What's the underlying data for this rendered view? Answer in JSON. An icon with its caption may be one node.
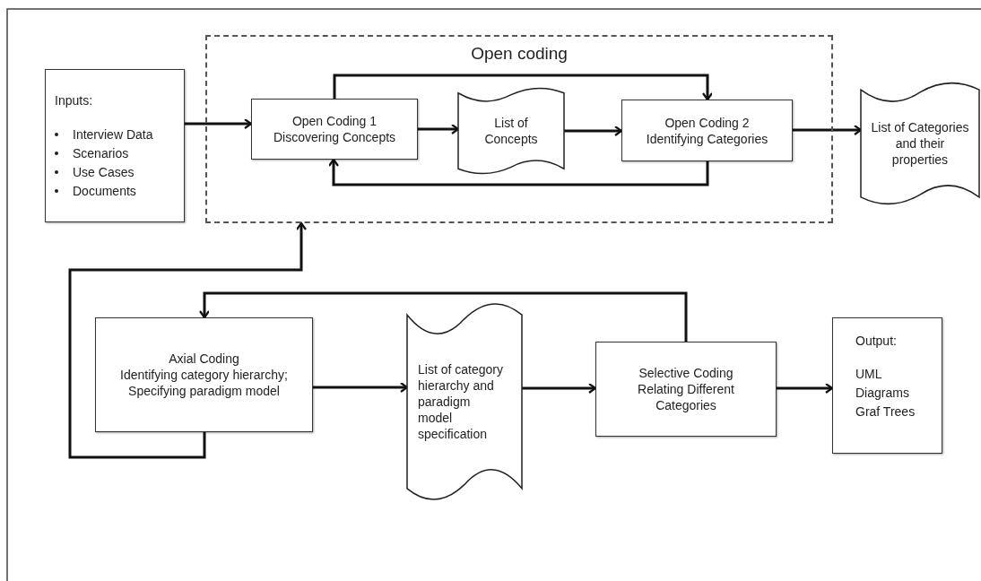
{
  "diagram": {
    "nodes": [
      {
        "text": [
          "Inputs:",
          "Interview Data",
          "Scenarios",
          "Use Cases",
          "Documents"
        ]
      },
      {
        "text": [
          "Open coding"
        ]
      },
      {
        "text": [
          "Open Coding 1",
          "Discovering Concepts"
        ],
        "in": 1
      },
      {
        "text": [
          "List of Concepts"
        ],
        "in": 1
      },
      {
        "text": [
          "Open Coding 2",
          "Identifying Categories"
        ],
        "in": 1
      },
      {
        "text": [
          "List of Categories and their properties"
        ]
      },
      {
        "text": [
          "Axial Coding",
          "Identifying category hierarchy;",
          "Specifying paradigm model"
        ]
      },
      {
        "text": [
          "List of category hierarchy and paradigm model specification"
        ]
      },
      {
        "text": [
          "Selective Coding",
          "Relating Different Categories"
        ]
      },
      {
        "text": [
          "Output:",
          "UML Diagrams",
          "Graf Trees"
        ]
      }
    ],
    "edges": [
      {
        "from": 0,
        "to": 2,
        "arrow": "to"
      },
      {
        "from": 2,
        "to": 3,
        "arrow": "to"
      },
      {
        "from": 3,
        "to": 4,
        "arrow": "to"
      },
      {
        "from": 2,
        "to": 4,
        "arrow": "to"
      },
      {
        "from": 4,
        "to": 2,
        "arrow": "to"
      },
      {
        "from": 4,
        "to": 5,
        "arrow": "to"
      },
      {
        "from": 6,
        "to": 1,
        "arrow": "to"
      },
      {
        "from": 8,
        "to": 6,
        "arrow": "to"
      },
      {
        "from": 6,
        "to": 7,
        "arrow": "to"
      },
      {
        "from": 7,
        "to": 8,
        "arrow": "to"
      },
      {
        "from": 8,
        "to": 9,
        "arrow": "to"
      }
    ]
  }
}
